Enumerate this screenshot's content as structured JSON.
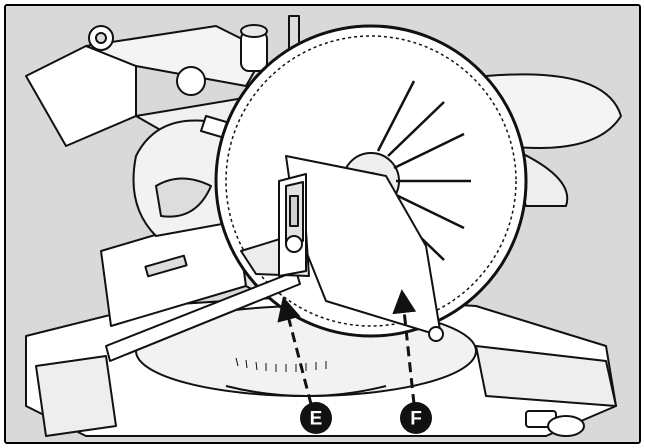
{
  "figure": {
    "description_hidden": "",
    "callouts": [
      {
        "label": "E",
        "points_to": "blade-square-vertical-leg"
      },
      {
        "label": "F",
        "points_to": "saw-blade-face"
      }
    ],
    "colors": {
      "background": "#d9d9d9",
      "line": "#111111",
      "part_fill": "#ffffff",
      "shadow": "#bdbdbd",
      "callout_fill": "#111111",
      "callout_text": "#ffffff"
    },
    "icons": [
      "miter-saw-illustration",
      "combination-square-illustration",
      "dashed-leader-arrow"
    ]
  }
}
